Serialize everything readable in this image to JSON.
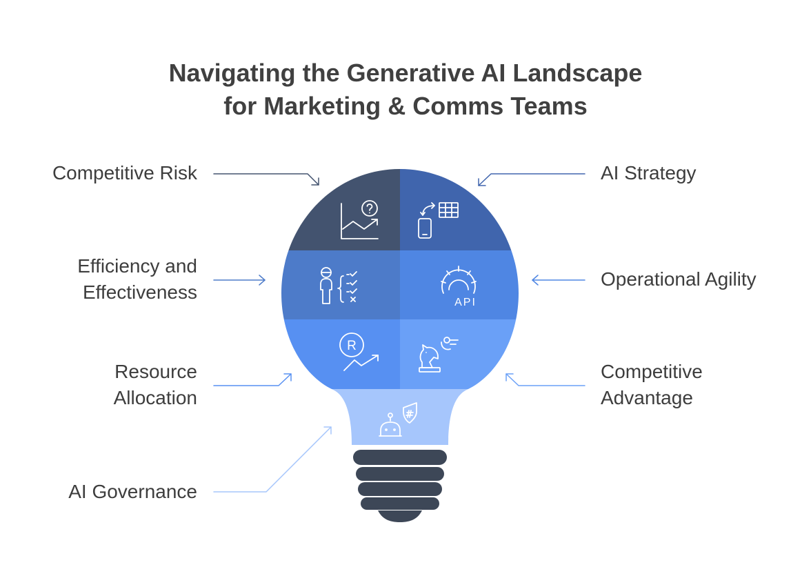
{
  "title": {
    "line1": "Navigating the Generative AI Landscape",
    "line2": "for Marketing & Comms Teams"
  },
  "labels": {
    "competitive_risk": {
      "line1": "Competitive Risk"
    },
    "efficiency": {
      "line1": "Efficiency and",
      "line2": "Effectiveness"
    },
    "resource_allocation": {
      "line1": "Resource",
      "line2": "Allocation"
    },
    "ai_governance": {
      "line1": "AI Governance"
    },
    "ai_strategy": {
      "line1": "AI Strategy"
    },
    "operational_agility": {
      "line1": "Operational Agility"
    },
    "competitive_advantage": {
      "line1": "Competitive",
      "line2": "Advantage"
    }
  },
  "icons": {
    "competitive_risk": "chart-question-icon",
    "ai_strategy": "phone-table-icon",
    "efficiency": "person-checklist-icon",
    "operational_agility": "gear-api-icon",
    "api_text": "API",
    "resource_allocation": "registered-trend-icon",
    "registered_text": "R",
    "competitive_advantage": "chess-knight-icon",
    "ai_governance": "robot-shield-icon"
  },
  "colors": {
    "segment_competitive_risk": "#43536f",
    "segment_ai_strategy": "#4065ad",
    "segment_efficiency": "#4d7bc9",
    "segment_operational_agility": "#4f86e3",
    "segment_resource_allocation": "#5790f2",
    "segment_competitive_advantage": "#6aa0f7",
    "segment_ai_governance": "#a6c6fc",
    "bulb_base": "#3d4757"
  }
}
